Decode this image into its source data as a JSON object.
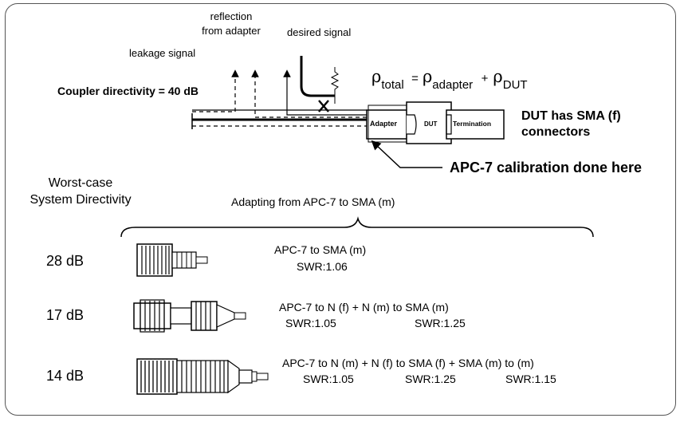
{
  "signals": {
    "leakage": "leakage signal",
    "reflection_line1": "reflection",
    "reflection_line2": "from adapter",
    "desired": "desired signal"
  },
  "coupler_directivity": "Coupler directivity = 40 dB",
  "formula": {
    "lhs_symbol": "ρ",
    "lhs_sub": "total",
    "equals": "=",
    "term1_symbol": "ρ",
    "term1_sub": "adapter",
    "plus": "+",
    "term2_symbol": "ρ",
    "term2_sub": "DUT"
  },
  "setup": {
    "adapter": "Adapter",
    "dut": "DUT",
    "termination": "Termination"
  },
  "dut_note_line1": "DUT has SMA (f)",
  "dut_note_line2": "connectors",
  "calibration_note": "APC-7 calibration done here",
  "worst_case_line1": "Worst-case",
  "worst_case_line2": "System Directivity",
  "adapting_label": "Adapting from APC-7 to SMA (m)",
  "rows": [
    {
      "directivity": "28 dB",
      "description": "APC-7 to SMA (m)",
      "swr": [
        "SWR:1.06"
      ]
    },
    {
      "directivity": "17 dB",
      "description": "APC-7 to N (f) + N (m) to SMA (m)",
      "swr": [
        "SWR:1.05",
        "SWR:1.25"
      ]
    },
    {
      "directivity": "14 dB",
      "description": "APC-7 to N (m) + N (f) to SMA (f) + SMA (m) to (m)",
      "swr": [
        "SWR:1.05",
        "SWR:1.25",
        "SWR:1.15"
      ]
    }
  ]
}
